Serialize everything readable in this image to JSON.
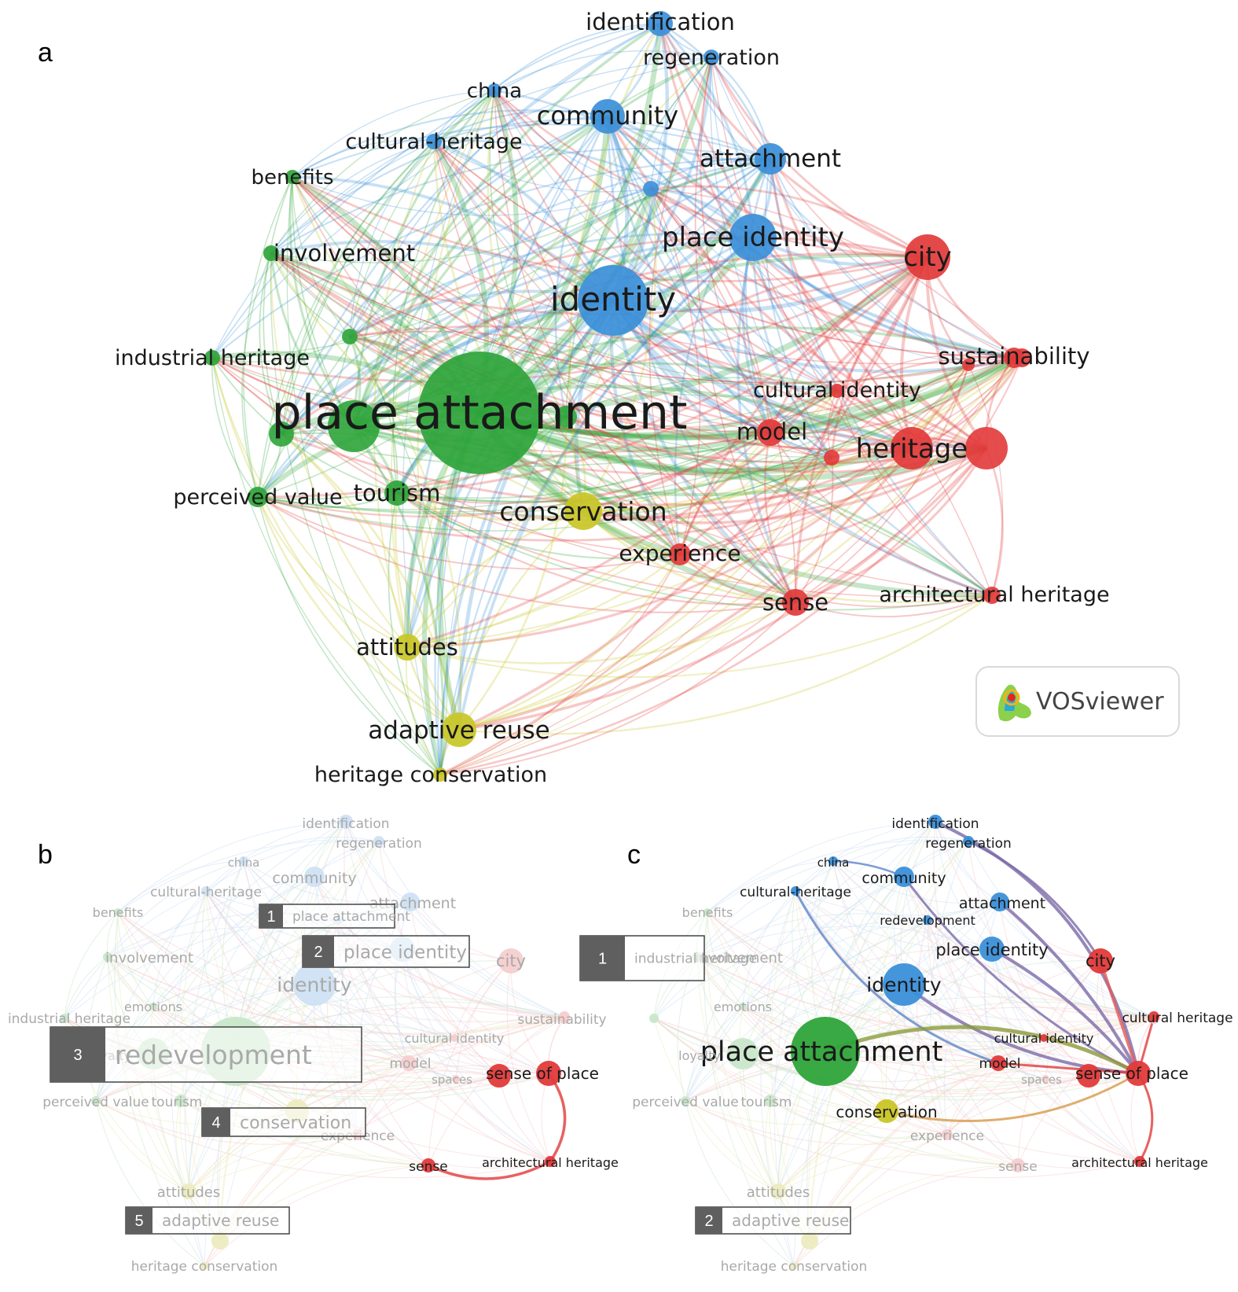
{
  "panels": [
    {
      "letter": "a"
    },
    {
      "letter": "b"
    },
    {
      "letter": "c"
    }
  ],
  "logo": {
    "text": "VOSviewer"
  },
  "colors": {
    "green": "#2ea43a",
    "blue": "#3b8fd9",
    "red": "#e23a3a",
    "yellow": "#c9c527",
    "green_dim": "#c9e7c9",
    "blue_dim": "#cfe1f3",
    "red_dim": "#f6cfcf",
    "yellow_dim": "#ecebbf",
    "rank_bg": "#5f5f5f"
  },
  "nodes_a": [
    {
      "label": "place attachment",
      "cluster": "green"
    },
    {
      "label": "identity",
      "cluster": "blue"
    },
    {
      "label": "place identity",
      "cluster": "blue"
    },
    {
      "label": "community",
      "cluster": "blue"
    },
    {
      "label": "attachment",
      "cluster": "blue"
    },
    {
      "label": "identification",
      "cluster": "blue"
    },
    {
      "label": "regeneration",
      "cluster": "blue"
    },
    {
      "label": "china",
      "cluster": "blue"
    },
    {
      "label": "cultural-heritage",
      "cluster": "blue"
    },
    {
      "label": "benefits",
      "cluster": "green"
    },
    {
      "label": "involvement",
      "cluster": "green"
    },
    {
      "label": "industrial heritage",
      "cluster": "green"
    },
    {
      "label": "perceived value",
      "cluster": "green"
    },
    {
      "label": "tourism",
      "cluster": "green"
    },
    {
      "label": "conservation",
      "cluster": "yellow"
    },
    {
      "label": "attitudes",
      "cluster": "yellow"
    },
    {
      "label": "adaptive reuse",
      "cluster": "yellow"
    },
    {
      "label": "heritage conservation",
      "cluster": "yellow"
    },
    {
      "label": "city",
      "cluster": "red"
    },
    {
      "label": "sustainability",
      "cluster": "red"
    },
    {
      "label": "cultural identity",
      "cluster": "red"
    },
    {
      "label": "model",
      "cluster": "red"
    },
    {
      "label": "heritage",
      "cluster": "red"
    },
    {
      "label": "experience",
      "cluster": "red"
    },
    {
      "label": "sense",
      "cluster": "red"
    },
    {
      "label": "architectural heritage",
      "cluster": "red"
    }
  ],
  "panel_b": {
    "dim_labels": [
      "identification",
      "regeneration",
      "china",
      "community",
      "cultural-heritage",
      "attachment",
      "benefits",
      "city",
      "involvement",
      "identity",
      "emotions",
      "industrial heritage",
      "sustainability",
      "cultural identity",
      "loyalty",
      "model",
      "spaces",
      "perceived value",
      "tourism",
      "experience",
      "attitudes",
      "heritage conservation"
    ],
    "highlight_labels": [
      "sense of place",
      "sense",
      "architectural heritage"
    ],
    "ranked": [
      {
        "rank": "1",
        "label": "place attachment"
      },
      {
        "rank": "2",
        "label": "place identity"
      },
      {
        "rank": "3",
        "label": "redevelopment"
      },
      {
        "rank": "4",
        "label": "conservation"
      },
      {
        "rank": "5",
        "label": "adaptive reuse"
      }
    ]
  },
  "panel_c": {
    "highlight_labels": [
      "identification",
      "regeneration",
      "china",
      "community",
      "cultural-heritage",
      "attachment",
      "redevelopment",
      "place identity",
      "city",
      "identity",
      "cultural heritage",
      "place attachment",
      "cultural identity",
      "model",
      "sense of place",
      "conservation",
      "architectural heritage"
    ],
    "dim_labels": [
      "benefits",
      "involvement",
      "emotions",
      "loyalty",
      "spaces",
      "perceived value",
      "tourism",
      "experience",
      "sense",
      "attitudes",
      "heritage conservation"
    ],
    "ranked": [
      {
        "rank": "1",
        "label": "industrial heritage"
      },
      {
        "rank": "2",
        "label": "adaptive reuse"
      }
    ]
  }
}
